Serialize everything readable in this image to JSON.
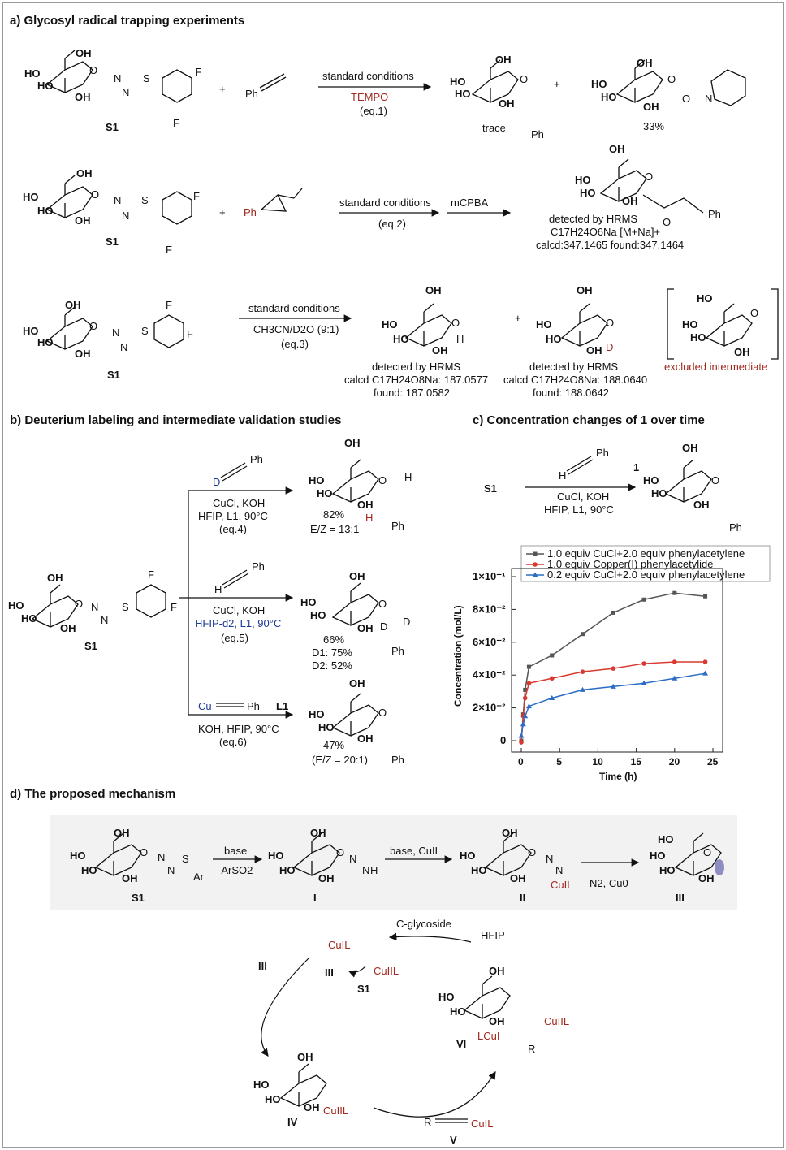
{
  "sections": {
    "a": "a) Glycosyl radical trapping experiments",
    "b": "b) Deuterium labeling and intermediate validation studies",
    "c": "c) Concentration changes of 1 over time",
    "d": "d) The proposed mechanism"
  },
  "eq1": {
    "top": "standard conditions",
    "reagent": "TEMPO",
    "eq": "(eq.1)",
    "product1_yield": "trace",
    "product2_yield": "33%",
    "plus": "+"
  },
  "eq2": {
    "top": "standard conditions",
    "eq": "(eq.2)",
    "step2": "mCPBA",
    "detected": "detected by HRMS",
    "formula": "C17H24O6Na [M+Na]+",
    "calcd": "calcd:347.1465 found:347.1464"
  },
  "eq3": {
    "top": "standard conditions",
    "solvent": "CH3CN/D2O (9:1)",
    "eq": "(eq.3)",
    "p1_detected": "detected by HRMS",
    "p1_calcd": "calcd C17H24O8Na: 187.0577",
    "p1_found": "found: 187.0582",
    "p2_detected": "detected by HRMS",
    "p2_calcd": "calcd C17H24O8Na: 188.0640",
    "p2_found": "found: 188.0642",
    "excluded": "excluded intermediate"
  },
  "labels": {
    "S1": "S1",
    "Ph": "Ph",
    "HO": "HO",
    "OH": "OH",
    "F": "F",
    "H": "H",
    "D": "D",
    "O": "O",
    "N": "N",
    "S": "S",
    "Ar": "Ar",
    "R": "R",
    "one": "1"
  },
  "eq4": {
    "cond1": "CuCl, KOH",
    "cond2": "HFIP, L1, 90°C",
    "eq": "(eq.4)",
    "yield": "82%",
    "ratio": "E/Z = 13:1"
  },
  "eq5": {
    "cond1": "CuCl, KOH",
    "cond2": "HFIP-d2, L1, 90°C",
    "eq": "(eq.5)",
    "yield": "66%",
    "d1": "D1: 75%",
    "d2": "D2: 52%"
  },
  "eq6": {
    "reagent": "Cu",
    "ligand": "L1",
    "cond": "KOH, HFIP, 90°C",
    "eq": "(eq.6)",
    "yield": "47%",
    "ratio": "(E/Z = 20:1)"
  },
  "panelc": {
    "cond1": "CuCl, KOH",
    "cond2": "HFIP, L1, 90°C"
  },
  "chart_data": {
    "type": "line",
    "xlabel": "Time (h)",
    "ylabel": "Concentration (mol/L)",
    "xlim": [
      0,
      25
    ],
    "ylim": [
      0,
      0.1
    ],
    "xticks": [
      0,
      5,
      10,
      15,
      20,
      25
    ],
    "yticks": [
      "0",
      "2×10⁻²",
      "4×10⁻²",
      "6×10⁻²",
      "8×10⁻²",
      "1×10⁻¹"
    ],
    "legend_position": "top-right",
    "series": [
      {
        "name": "1.0 equiv CuCl+2.0 equiv phenylacetylene",
        "color": "#555555",
        "marker": "square",
        "x": [
          0,
          0.25,
          0.5,
          1,
          4,
          8,
          12,
          16,
          20,
          24
        ],
        "y": [
          0,
          0.016,
          0.031,
          0.045,
          0.052,
          0.065,
          0.078,
          0.086,
          0.09,
          0.088
        ]
      },
      {
        "name": "1.0 equiv Copper(I) phenylacetylide",
        "color": "#d9392f",
        "marker": "circle",
        "x": [
          0,
          0.25,
          0.5,
          1,
          4,
          8,
          12,
          16,
          20,
          24
        ],
        "y": [
          -0.001,
          0.015,
          0.026,
          0.035,
          0.038,
          0.042,
          0.044,
          0.047,
          0.048,
          0.048
        ]
      },
      {
        "name": "0.2 equiv CuCl+2.0 equiv phenylacetylene",
        "color": "#2b6cc4",
        "marker": "triangle",
        "x": [
          0,
          0.25,
          0.5,
          1,
          4,
          8,
          12,
          16,
          20,
          24
        ],
        "y": [
          0.003,
          0.01,
          0.015,
          0.021,
          0.026,
          0.031,
          0.033,
          0.035,
          0.038,
          0.041
        ]
      }
    ]
  },
  "mech": {
    "base1": "base",
    "loss": "-ArSO2",
    "base2": "base, CuIL",
    "n2": "N2, Cu0",
    "I": "I",
    "II": "II",
    "III": "III",
    "IV": "IV",
    "V": "V",
    "VI": "VI",
    "cglyc": "C-glycoside",
    "hfip": "HFIP",
    "cuIL": "CuIL",
    "cuIIL": "CuIIL",
    "lcuI": "LCuI"
  }
}
